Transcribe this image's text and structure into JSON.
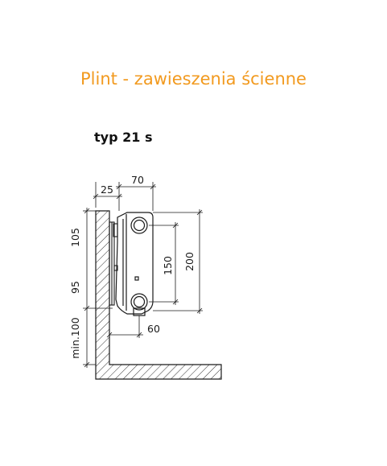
{
  "title": "Plint - zawieszenia ścienne",
  "subtitle": "typ 21 s",
  "dimensions": {
    "d25": "25",
    "d70": "70",
    "d105": "105",
    "d95": "95",
    "dmin100": "min.100",
    "d150": "150",
    "d200": "200",
    "d60": "60"
  },
  "colors": {
    "accent": "#f29a1f",
    "lines": "#1a1a1a"
  }
}
